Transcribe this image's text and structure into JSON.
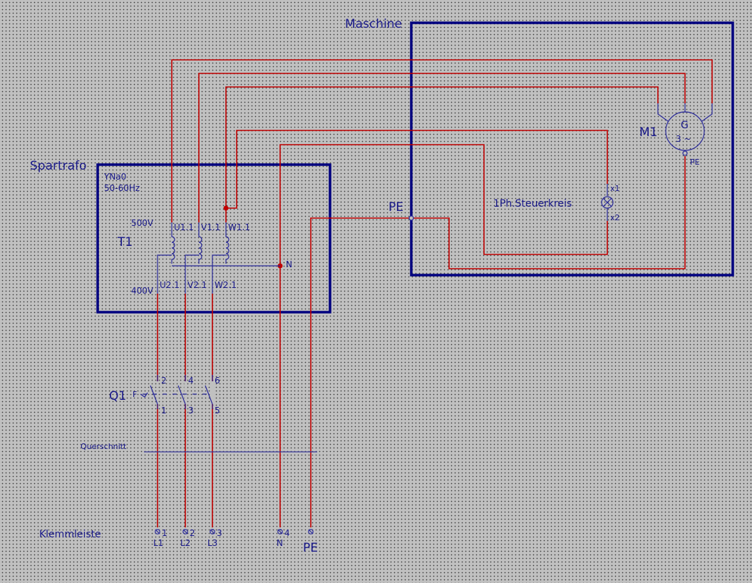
{
  "diagram": {
    "title_machine": "Maschine",
    "title_trafo": "Spartrafo",
    "trafo": {
      "ref": "T1",
      "vector_group": "YNa0",
      "frequency": "50-60Hz",
      "primary_voltage": "500V",
      "secondary_voltage": "400V",
      "primary_terminals": [
        "U1.1",
        "V1.1",
        "W1.1"
      ],
      "secondary_terminals": [
        "U2.1",
        "V2.1",
        "W2.1"
      ],
      "neutral": "N"
    },
    "motor": {
      "ref": "M1",
      "type_letter": "G",
      "phases": "3 ~",
      "pe": "PE"
    },
    "control_circuit": {
      "label": "1Ph.Steuerkreis",
      "x1": "x1",
      "x2": "x2"
    },
    "pe_junction": "PE",
    "breaker": {
      "ref": "Q1",
      "trip_symbol": "F",
      "top_terminals": [
        "2",
        "4",
        "6"
      ],
      "bottom_terminals": [
        "1",
        "3",
        "5"
      ]
    },
    "cross_section_label": "Querschnitt",
    "terminal_strip": {
      "label": "Klemmleiste",
      "terminals": [
        {
          "num": "1",
          "name": "L1"
        },
        {
          "num": "2",
          "name": "L2"
        },
        {
          "num": "3",
          "name": "L3"
        },
        {
          "num": "4",
          "name": "N"
        },
        {
          "num": "",
          "name": "PE"
        }
      ]
    },
    "colors": {
      "frame": "#00007f",
      "wire": "#c00000",
      "symbol": "#2a2a9a",
      "background": "#c0c0c0"
    }
  }
}
